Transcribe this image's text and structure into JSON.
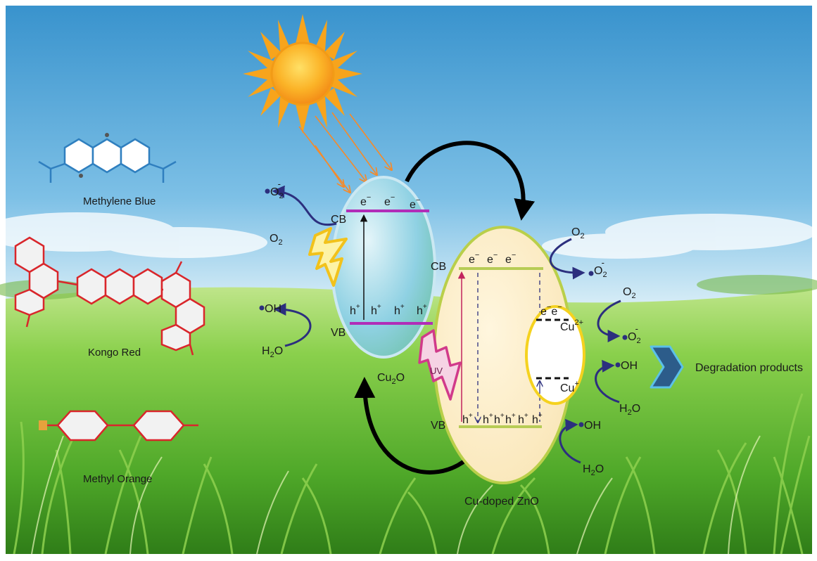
{
  "molecules": {
    "methylene_blue": "Methylene Blue",
    "kongo_red": "Kongo Red",
    "methyl_orange": "Methyl Orange"
  },
  "cu2o": {
    "label": "Cu",
    "label_sub": "2",
    "label_end": "O",
    "cb": "CB",
    "vb": "VB",
    "electron": "e",
    "hole": "h",
    "minus": "−",
    "plus": "+"
  },
  "zno": {
    "label": "Cu-doped ZnO",
    "cb": "CB",
    "vb": "VB",
    "uv": "UV",
    "cu2_label": "Cu",
    "cu2_sup": "2+",
    "cu_label": "Cu",
    "cu_sup": "+"
  },
  "species": {
    "o2": "O",
    "o2_sub": "2",
    "superoxide_sup": "-",
    "oh": "OH",
    "h2o": "H",
    "h2o_sub": "2",
    "h2o_end": "O"
  },
  "output": {
    "degradation": "Degradation products"
  },
  "colors": {
    "sky_top": "#3d9bd0",
    "grass": "#6cc43a",
    "band_magenta": "#b12db8",
    "band_green": "#b7cc55",
    "navy": "#2c2f7e",
    "cu2o_fill": "#7cc9dc",
    "zno_fill": "#fbebc0",
    "sun": "#f7a41c"
  }
}
